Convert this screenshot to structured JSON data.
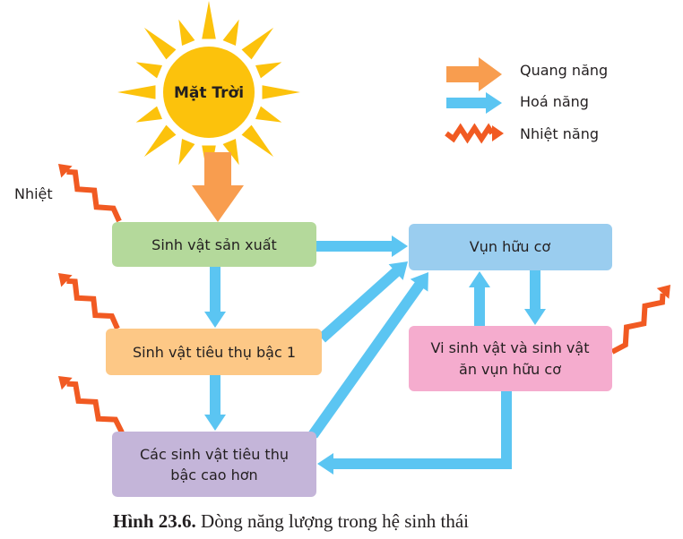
{
  "sun": {
    "label": "Mặt Trời"
  },
  "legend": [
    {
      "label": "Quang năng",
      "icon": "orange-block-arrow-icon"
    },
    {
      "label": "Hoá năng",
      "icon": "blue-arrow-icon"
    },
    {
      "label": "Nhiệt năng",
      "icon": "zigzag-heat-arrow-icon"
    }
  ],
  "heat_label": "Nhiệt",
  "boxes": {
    "producer": "Sinh vật sản xuất",
    "consumer1": "Sinh vật tiêu thụ bậc 1",
    "higher_line1": "Các sinh vật tiêu thụ",
    "higher_line2": "bậc cao hơn",
    "detritus": "Vụn hữu cơ",
    "decomposer_line1": "Vi sinh vật và sinh vật",
    "decomposer_line2": "ăn vụn hữu cơ"
  },
  "caption": {
    "number": "Hình 23.6.",
    "text": " Dòng năng lượng trong hệ sinh thái"
  },
  "colors": {
    "sun": "#fcc20c",
    "light": "#f89d4f",
    "chemical": "#5bc5f2",
    "heat": "#f15a22",
    "producer": "#b4d99b",
    "consumer1": "#fdc886",
    "higher": "#c4b5d9",
    "detritus": "#9acdef",
    "decomposer": "#f5acce"
  }
}
